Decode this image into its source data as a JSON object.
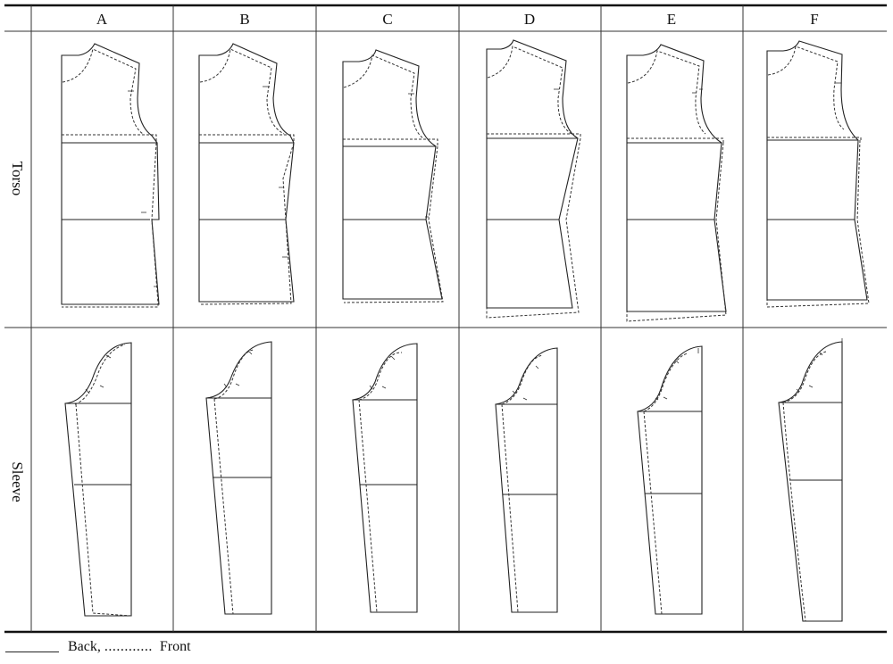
{
  "table": {
    "columns": [
      "A",
      "B",
      "C",
      "D",
      "E",
      "F"
    ],
    "rows": [
      "Torso",
      "Sleeve"
    ]
  },
  "legend": {
    "back_label": "Back,",
    "front_dots": "............",
    "front_label": "Front"
  },
  "colors": {
    "line": "#222222",
    "background": "#ffffff"
  }
}
